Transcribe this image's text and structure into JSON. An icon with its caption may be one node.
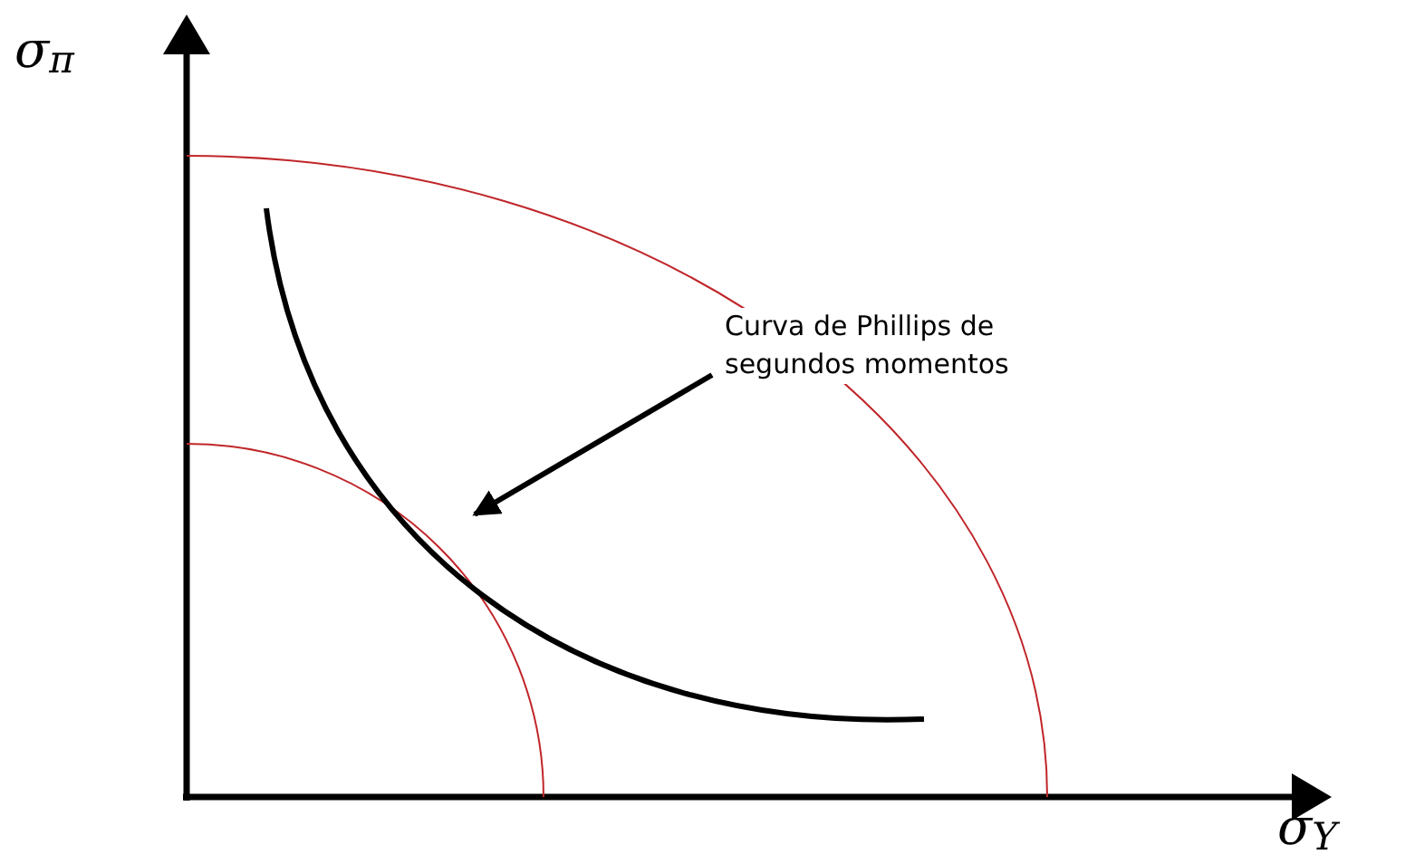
{
  "diagram": {
    "nodes": [
      {
        "text": [
          "Curva de Phillips de segundos momentos"
        ]
      },
      {
        "text": [],
        "shape": "curve"
      }
    ],
    "edges": [
      {
        "from": 0,
        "to": 1,
        "arrow": "to"
      }
    ],
    "labels": [
      "σ$_{π}$",
      "σ$_{Y}$"
    ]
  }
}
